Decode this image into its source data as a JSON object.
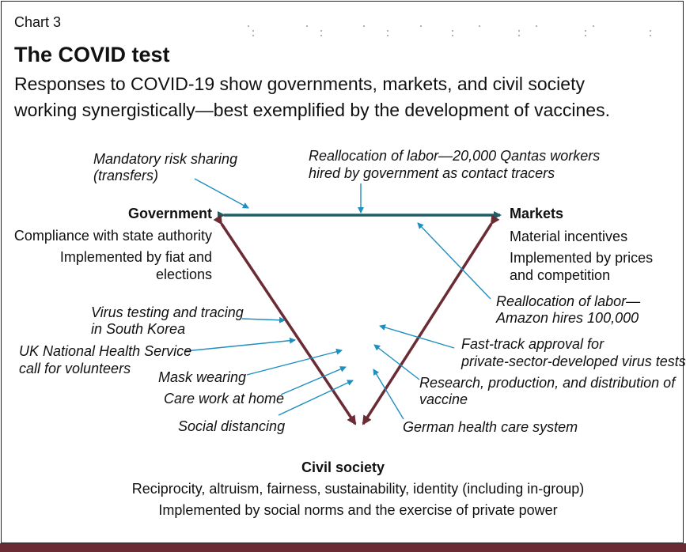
{
  "header": {
    "chart_number": "Chart 3",
    "title": "The COVID test",
    "subtitle": "Responses to COVID-19 show governments, markets, and civil society working synergistically—best exemplified by the development of vaccines."
  },
  "nodes": {
    "government": {
      "name": "Government",
      "line1": "Compliance with state authority",
      "line2a": "Implemented by fiat and",
      "line2b": "elections"
    },
    "markets": {
      "name": "Markets",
      "line1": "Material incentives",
      "line2a": "Implemented by prices",
      "line2b": "and competition"
    },
    "civil_society": {
      "name": "Civil society",
      "line1": "Reciprocity, altruism, fairness, sustainability, identity (including in-group)",
      "line2": "Implemented by social norms and the exercise of private power"
    }
  },
  "annotations": {
    "mandatory_a": "Mandatory risk sharing",
    "mandatory_b": "(transfers)",
    "qantas_a": "Reallocation of labor—20,000 Qantas workers",
    "qantas_b": "hired by government as contact tracers",
    "amazon_a": "Reallocation of labor—",
    "amazon_b": "Amazon hires 100,000",
    "korea_a": "Virus testing and tracing",
    "korea_b": "in South Korea",
    "nhs_a": "UK National Health Service",
    "nhs_b": "call for volunteers",
    "mask": "Mask wearing",
    "care": "Care work at home",
    "distancing": "Social distancing",
    "fasttrack_a": "Fast-track approval for",
    "fasttrack_b": "private-sector-developed virus tests",
    "vaccine_a": "Research, production, and distribution of",
    "vaccine_b": "vaccine",
    "german": "German health care system"
  },
  "colors": {
    "gov_markets_arrow": "#1e5f66",
    "civil_arrows": "#6b2b35",
    "pointer_arrows": "#1f8fbf",
    "bottom_bar": "#6b2b35"
  }
}
